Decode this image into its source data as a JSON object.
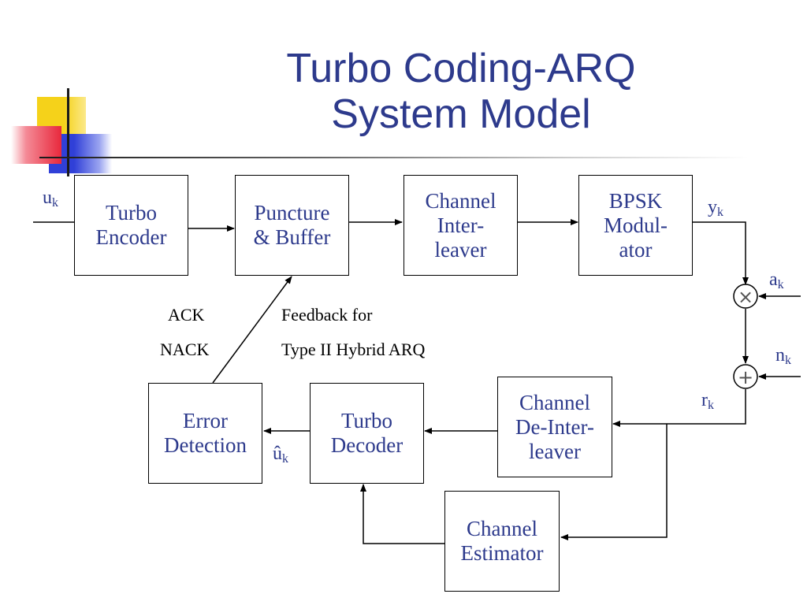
{
  "title": "Turbo Coding-ARQ\nSystem Model",
  "blocks": {
    "turbo_encoder": "Turbo\nEncoder",
    "puncture_buffer": "Puncture\n& Buffer",
    "channel_interleaver": "Channel\nInter-\nleaver",
    "bpsk_modulator": "BPSK\nModul-\nator",
    "channel_deinterleaver": "Channel\nDe-Inter-\nleaver",
    "turbo_decoder": "Turbo\nDecoder",
    "error_detection": "Error\nDetection",
    "channel_estimator": "Channel\nEstimator"
  },
  "signals": {
    "u": "u",
    "u_sub": "k",
    "y": "y",
    "y_sub": "k",
    "a": "a",
    "a_sub": "k",
    "n": "n",
    "n_sub": "k",
    "r": "r",
    "r_sub": "k",
    "uhat": "û",
    "uhat_sub": "k"
  },
  "feedback": {
    "ack": "ACK",
    "nack": "NACK",
    "line1": "Feedback for",
    "line2": "Type II Hybrid ARQ"
  },
  "operators": {
    "multiply": "×",
    "add": "+"
  },
  "colors": {
    "text_blue": "#2d3a8c",
    "deco_yellow": "#f5d21a",
    "deco_red": "#e8283c",
    "deco_blue": "#3040d8"
  }
}
